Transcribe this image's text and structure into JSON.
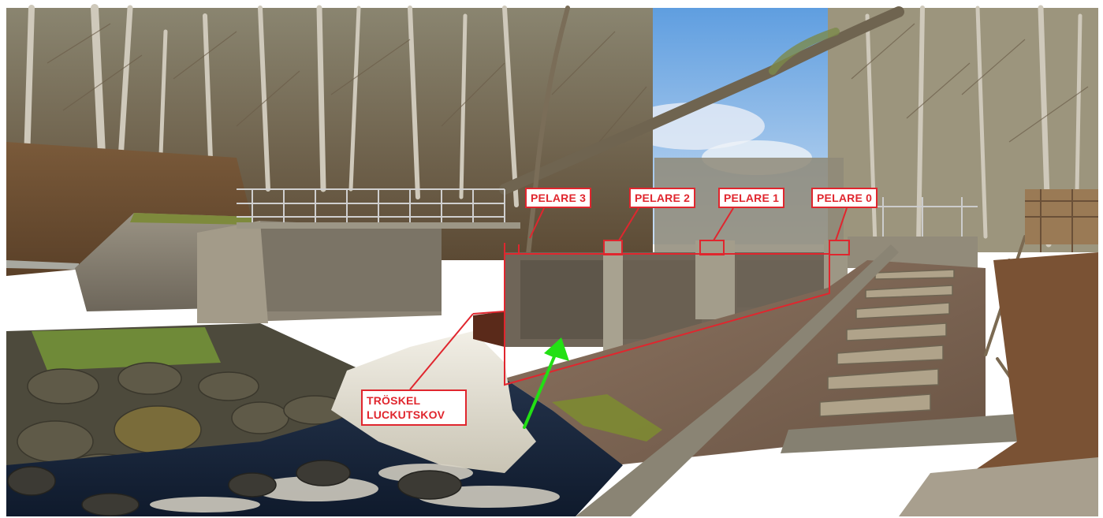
{
  "annotations": {
    "pelare_3": "PELARE 3",
    "pelare_2": "PELARE 2",
    "pelare_1": "PELARE 1",
    "pelare_0": "PELARE 0",
    "troskel": "TRÖSKEL\nLUCKUTSKOV"
  },
  "colors": {
    "annotation_red": "#e0262e",
    "arrow_green": "#22e014",
    "sky": "#8fbbe8"
  },
  "icons": {
    "flow_arrow": "green-arrow-icon"
  }
}
